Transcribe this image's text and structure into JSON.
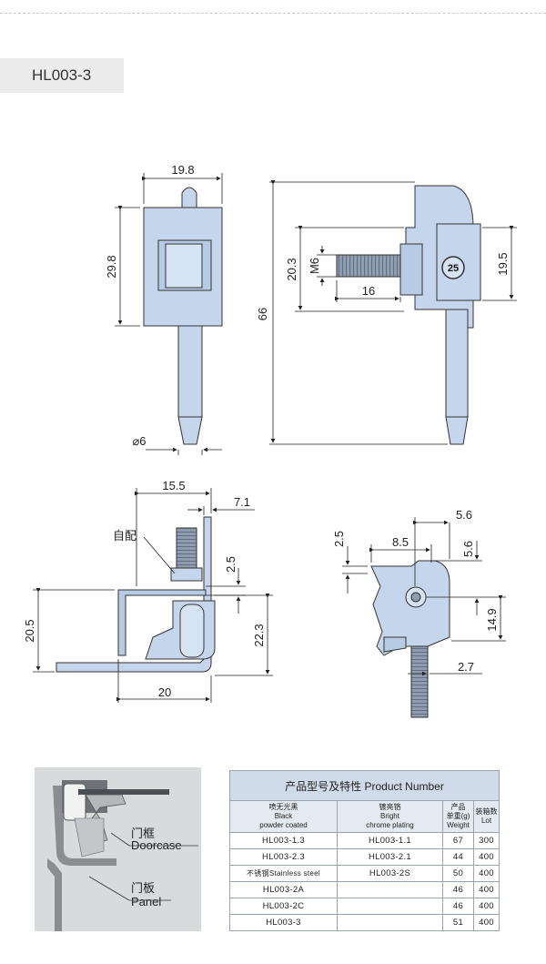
{
  "header": {
    "model": "HL003-3"
  },
  "dimensions": {
    "front_width": "19.8",
    "front_height": "29.8",
    "pin_diameter": "⌀6",
    "total_length": "66",
    "side_height": "20.3",
    "thread": "M6",
    "thread_length": "16",
    "side_right_height": "19.5",
    "dial_number": "25",
    "bracket_width": "15.5",
    "bracket_offset": "7.1",
    "bracket_gap": "2.5",
    "bracket_height": "20.5",
    "bracket_right_height": "22.3",
    "bracket_base": "20",
    "top_gap": "2.5",
    "top_width": "8.5",
    "top_offset_h": "5.6",
    "top_offset_v": "5.6",
    "top_height": "14.9",
    "top_thread_offset": "2.7"
  },
  "callouts": {
    "self_fit": "自配"
  },
  "photo": {
    "door_frame_cn": "门框",
    "door_frame_en": "Doorcase",
    "panel_cn": "门板",
    "panel_en": "Panel"
  },
  "table": {
    "title": "产品型号及特性 Product Number",
    "col1": {
      "cn": "喷无光黑",
      "en1": "Black",
      "en2": "powder coated"
    },
    "col2": {
      "cn": "镀亮铬",
      "en1": "Bright",
      "en2": "chrome plating"
    },
    "col3": {
      "cn1": "产品",
      "cn2": "单重(g)",
      "en": "Weight"
    },
    "col4": {
      "cn": "装箱数",
      "en": "Lot"
    },
    "rows": [
      {
        "black": "HL003-1.3",
        "chrome": "HL003-1.1",
        "weight": "67",
        "lot": "300"
      },
      {
        "black": "HL003-2.3",
        "chrome": "HL003-2.1",
        "weight": "44",
        "lot": "400"
      },
      {
        "black": "不锈钢Stainless steel",
        "chrome": "HL003-2S",
        "weight": "50",
        "lot": "400"
      },
      {
        "black": "HL003-2A",
        "chrome": "",
        "weight": "46",
        "lot": "400"
      },
      {
        "black": "HL003-2C",
        "chrome": "",
        "weight": "46",
        "lot": "400"
      },
      {
        "black": "HL003-3",
        "chrome": "",
        "weight": "51",
        "lot": "400"
      }
    ]
  },
  "colors": {
    "part_fill": "#c5d6ec",
    "part_stroke": "#333333",
    "table_header": "#cfdbe8"
  }
}
